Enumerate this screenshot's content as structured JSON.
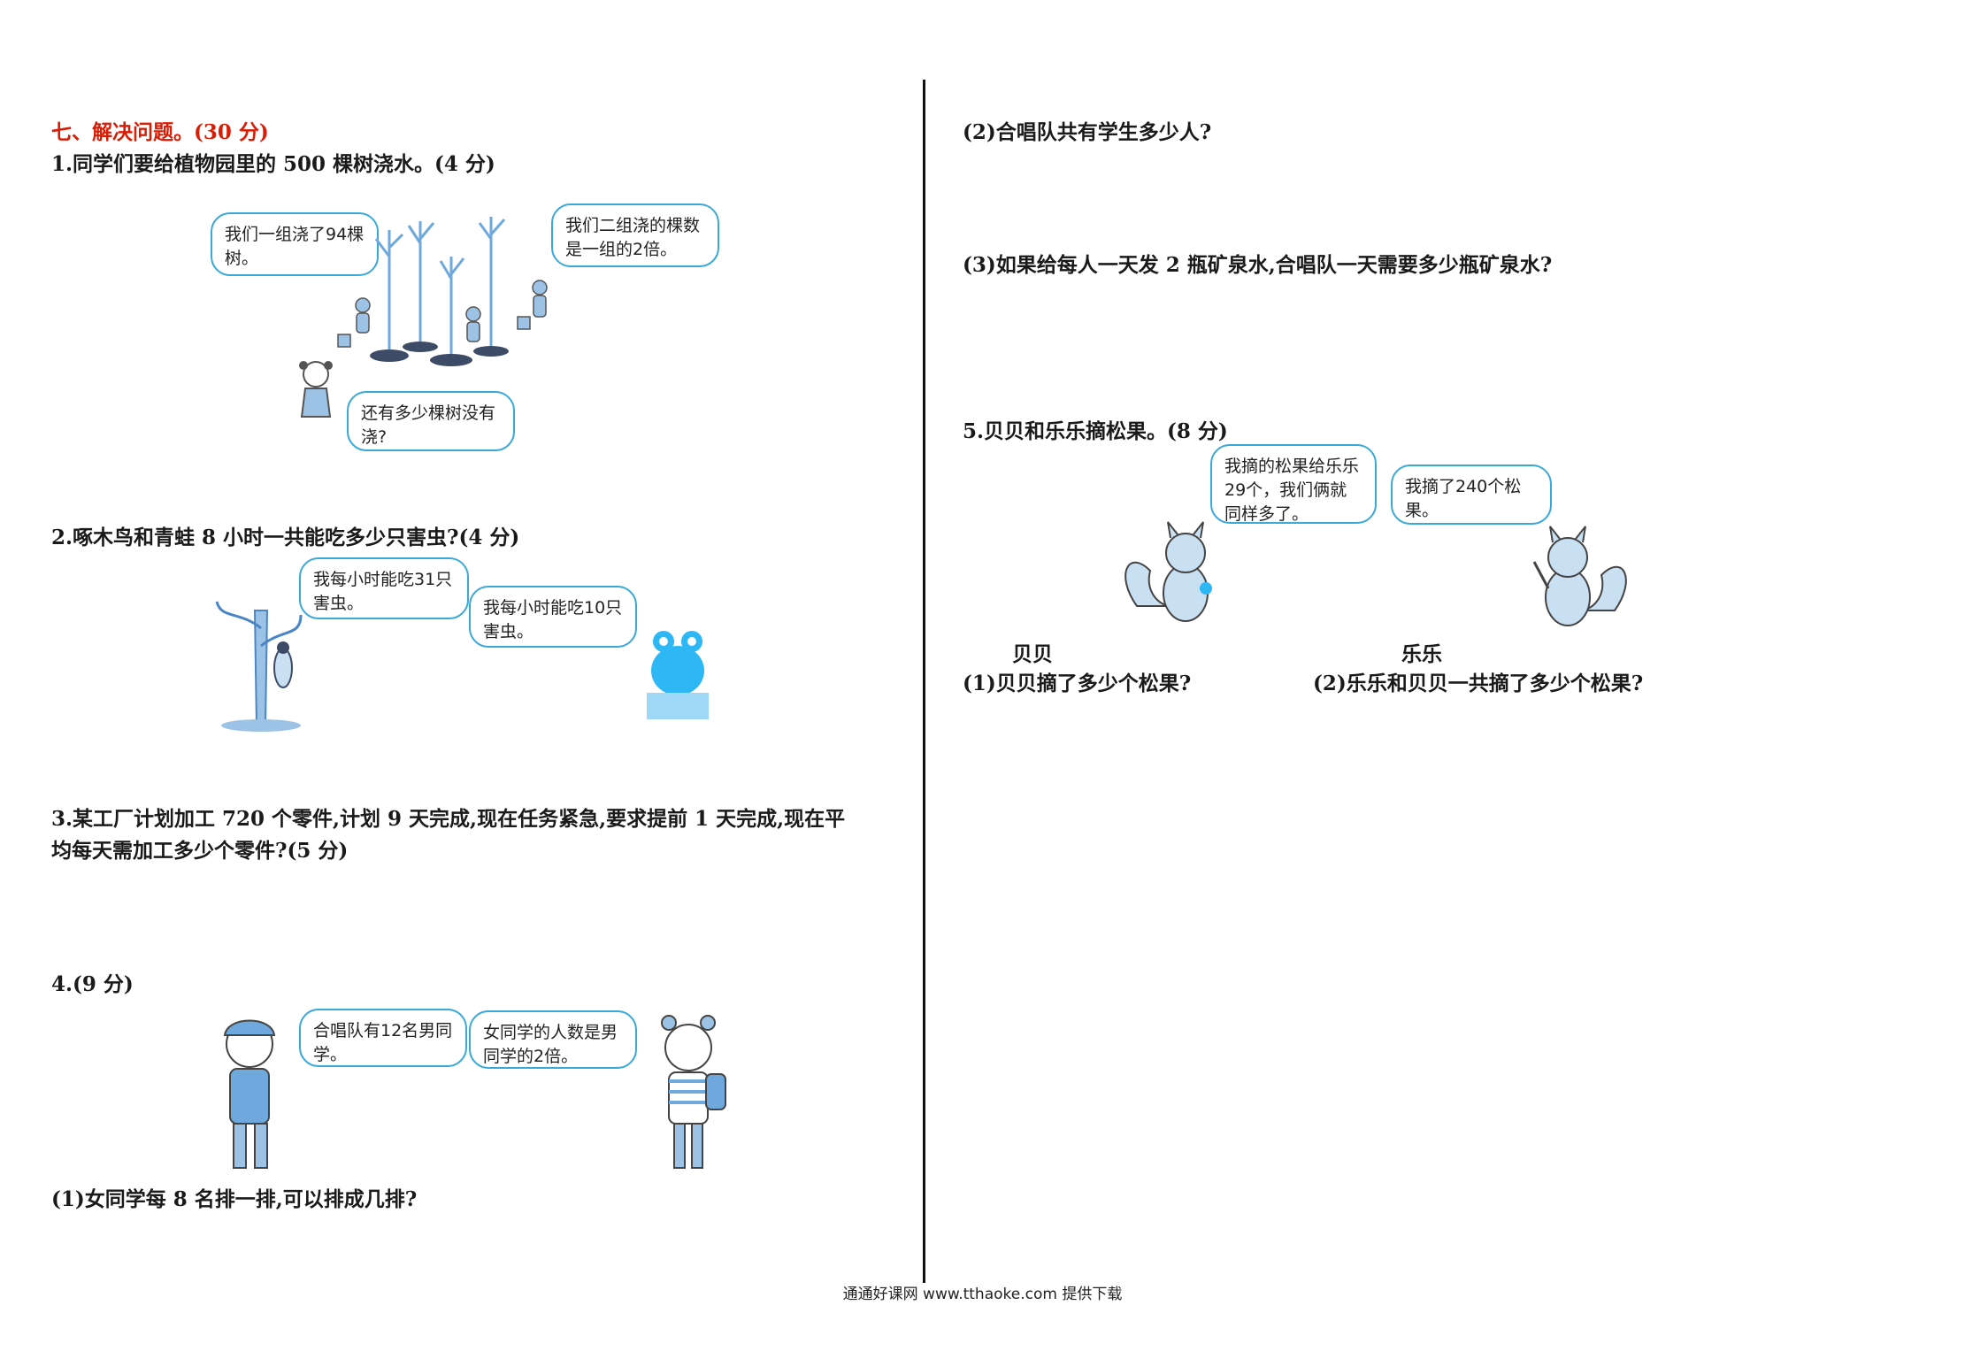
{
  "section": {
    "title": "七、解决问题。(30 分)"
  },
  "q1": {
    "text": "1.同学们要给植物园里的 500 棵树浇水。(4 分)",
    "bubble_a": "我们一组浇了94棵树。",
    "bubble_b": "我们二组浇的棵数是一组的2倍。",
    "bubble_c": "还有多少棵树没有浇?"
  },
  "q2": {
    "text": "2.啄木鸟和青蛙 8 小时一共能吃多少只害虫?(4 分)",
    "bubble_a": "我每小时能吃31只害虫。",
    "bubble_b": "我每小时能吃10只害虫。"
  },
  "q3": {
    "line1": "3.某工厂计划加工 720 个零件,计划 9 天完成,现在任务紧急,要求提前 1 天完成,现在平",
    "line2": "均每天需加工多少个零件?(5 分)"
  },
  "q4": {
    "text": "4.(9 分)",
    "bubble_a": "合唱队有12名男同学。",
    "bubble_b": "女同学的人数是男同学的2倍。",
    "sub1": "(1)女同学每 8 名排一排,可以排成几排?",
    "sub2": "(2)合唱队共有学生多少人?",
    "sub3": "(3)如果给每人一天发 2 瓶矿泉水,合唱队一天需要多少瓶矿泉水?"
  },
  "q5": {
    "text": "5.贝贝和乐乐摘松果。(8 分)",
    "bubble_a": "我摘的松果给乐乐29个，我们俩就同样多了。",
    "bubble_b": "我摘了240个松果。",
    "name_a": "贝贝",
    "name_b": "乐乐",
    "sub1": "(1)贝贝摘了多少个松果?",
    "sub2": "(2)乐乐和贝贝一共摘了多少个松果?"
  },
  "footer": {
    "text": "通通好课网  www.tthaoke.com  提供下载"
  },
  "colors": {
    "section_red": "#d81e06",
    "bubble_blue": "#38a9d8",
    "figure_blue": "#6fa8dc",
    "divider": "#111111"
  }
}
